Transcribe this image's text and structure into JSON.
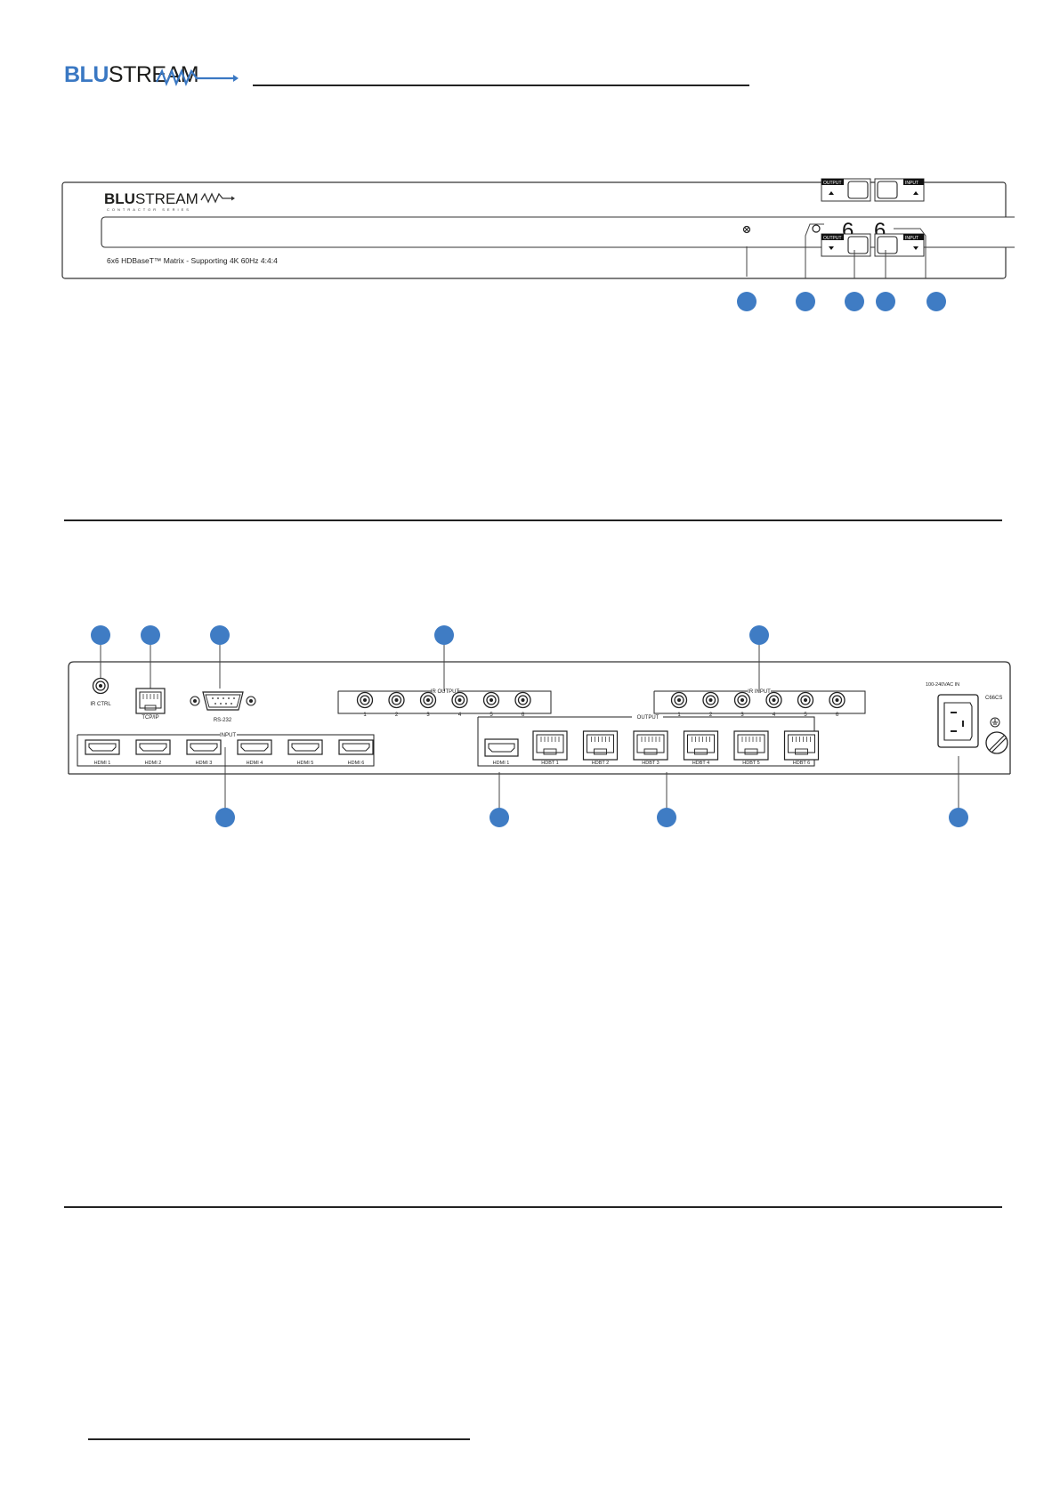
{
  "header": {
    "logo_blu": "BLU",
    "logo_stream": "STREAM"
  },
  "front_panel": {
    "logo_blu": "BLU",
    "logo_stream": "STREAM",
    "series_text": "CONTRACTOR SERIES",
    "description": "6x6 HDBaseT™ Matrix - Supporting 4K 60Hz 4:4:4",
    "output_label": "OUTPUT",
    "input_label": "INPUT",
    "output_display": "6",
    "input_display": "6"
  },
  "rear_panel": {
    "ir_ctrl_label": "IR CTRL",
    "tcpip_label": "TCP/IP",
    "rs232_label": "RS-232",
    "ir_output_title": "IR OUTPUT",
    "ir_output_ports": [
      "1",
      "2",
      "3",
      "4",
      "5",
      "6"
    ],
    "ir_input_title": "IR INPUT",
    "ir_input_ports": [
      "1",
      "2",
      "3",
      "4",
      "5",
      "6"
    ],
    "input_title": "INPUT",
    "hdmi_inputs": [
      "HDMI 1",
      "HDMI 2",
      "HDMI 3",
      "HDMI 4",
      "HDMI 5",
      "HDMI 6"
    ],
    "output_title": "OUTPUT",
    "hdmi_output": "HDMI 1",
    "hdbt_outputs": [
      "HDBT 1",
      "HDBT 2",
      "HDBT 3",
      "HDBT 4",
      "HDBT 5",
      "HDBT 6"
    ],
    "power_label": "100-240VAC IN",
    "model": "C66CS"
  }
}
